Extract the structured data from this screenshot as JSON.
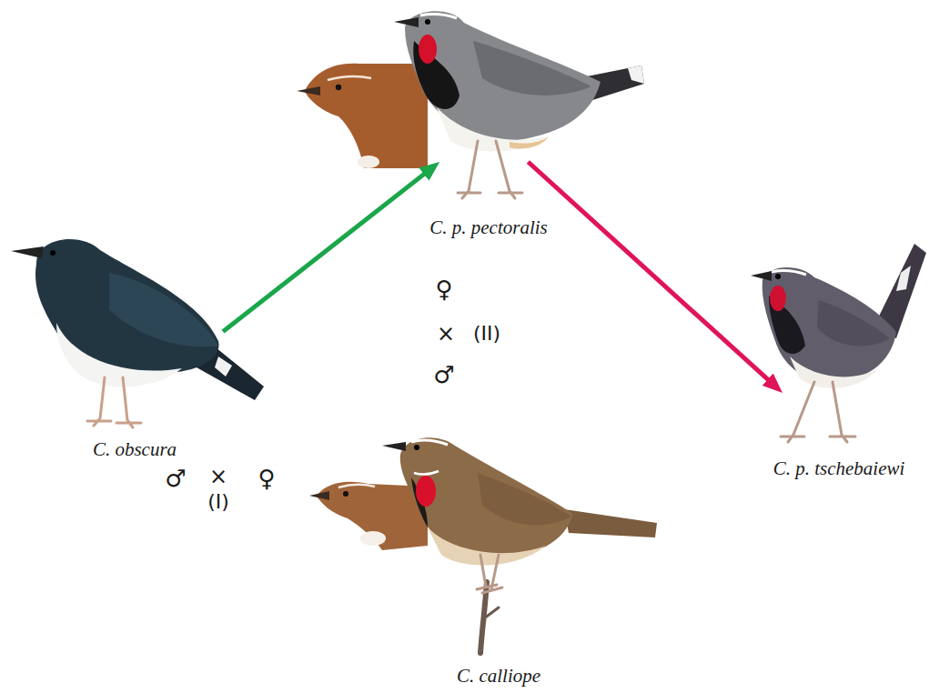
{
  "diagram": {
    "nodes": [
      {
        "text": [
          "C. p. pectoralis"
        ]
      },
      {
        "text": [
          "C. obscura"
        ]
      },
      {
        "text": [
          "C. p. tschebaiewi"
        ]
      },
      {
        "text": [
          "C. calliope"
        ]
      }
    ],
    "edges": [
      {
        "from": 1,
        "to": 0,
        "arrow": "to"
      },
      {
        "from": 0,
        "to": 2,
        "arrow": "to"
      }
    ],
    "labels": [
      "♂",
      "×",
      "♀",
      "(I)",
      "♀",
      "×",
      "(II)",
      "♂"
    ]
  }
}
